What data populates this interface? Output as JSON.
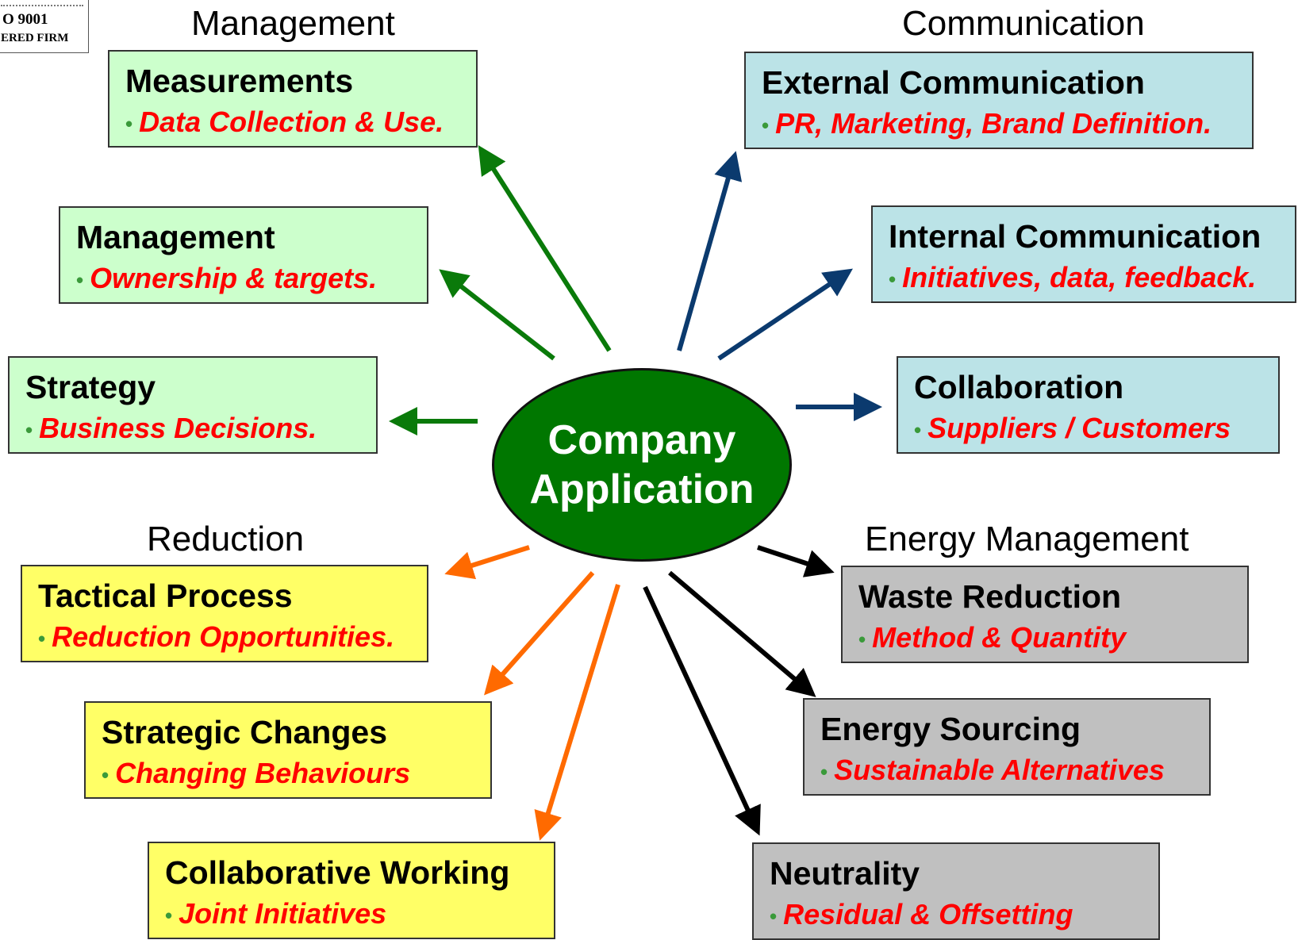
{
  "badge": {
    "line1": "O 9001",
    "line2": "ERED FIRM"
  },
  "center": {
    "line1": "Company",
    "line2": "Application",
    "color": "#007700"
  },
  "headings": {
    "management": "Management",
    "communication": "Communication",
    "reduction": "Reduction",
    "energy": "Energy Management"
  },
  "groups": {
    "management": {
      "color": "#ccffcc",
      "arrow_color": "#0a7a0a",
      "boxes": [
        {
          "title": "Measurements",
          "sub": "Data Collection & Use."
        },
        {
          "title": "Management",
          "sub": "Ownership & targets."
        },
        {
          "title": "Strategy",
          "sub": "Business Decisions."
        }
      ]
    },
    "communication": {
      "color": "#bbe3e7",
      "arrow_color": "#0b3a6e",
      "boxes": [
        {
          "title": "External Communication",
          "sub": "PR, Marketing, Brand Definition."
        },
        {
          "title": "Internal Communication",
          "sub": "Initiatives, data,   feedback."
        },
        {
          "title": "Collaboration",
          "sub": "Suppliers / Customers"
        }
      ]
    },
    "reduction": {
      "color": "#ffff66",
      "arrow_color": "#ff6a00",
      "boxes": [
        {
          "title": "Tactical Process",
          "sub": "Reduction Opportunities."
        },
        {
          "title": "Strategic Changes",
          "sub": "Changing Behaviours"
        },
        {
          "title": "Collaborative Working",
          "sub": "Joint Initiatives"
        }
      ]
    },
    "energy": {
      "color": "#c0c0c0",
      "arrow_color": "#000000",
      "boxes": [
        {
          "title": "Waste Reduction",
          "sub": "Method & Quantity"
        },
        {
          "title": "Energy Sourcing",
          "sub": "Sustainable Alternatives"
        },
        {
          "title": "Neutrality",
          "sub": "Residual & Offsetting"
        }
      ]
    }
  },
  "bullet": "•",
  "text_color": "#ff0000"
}
